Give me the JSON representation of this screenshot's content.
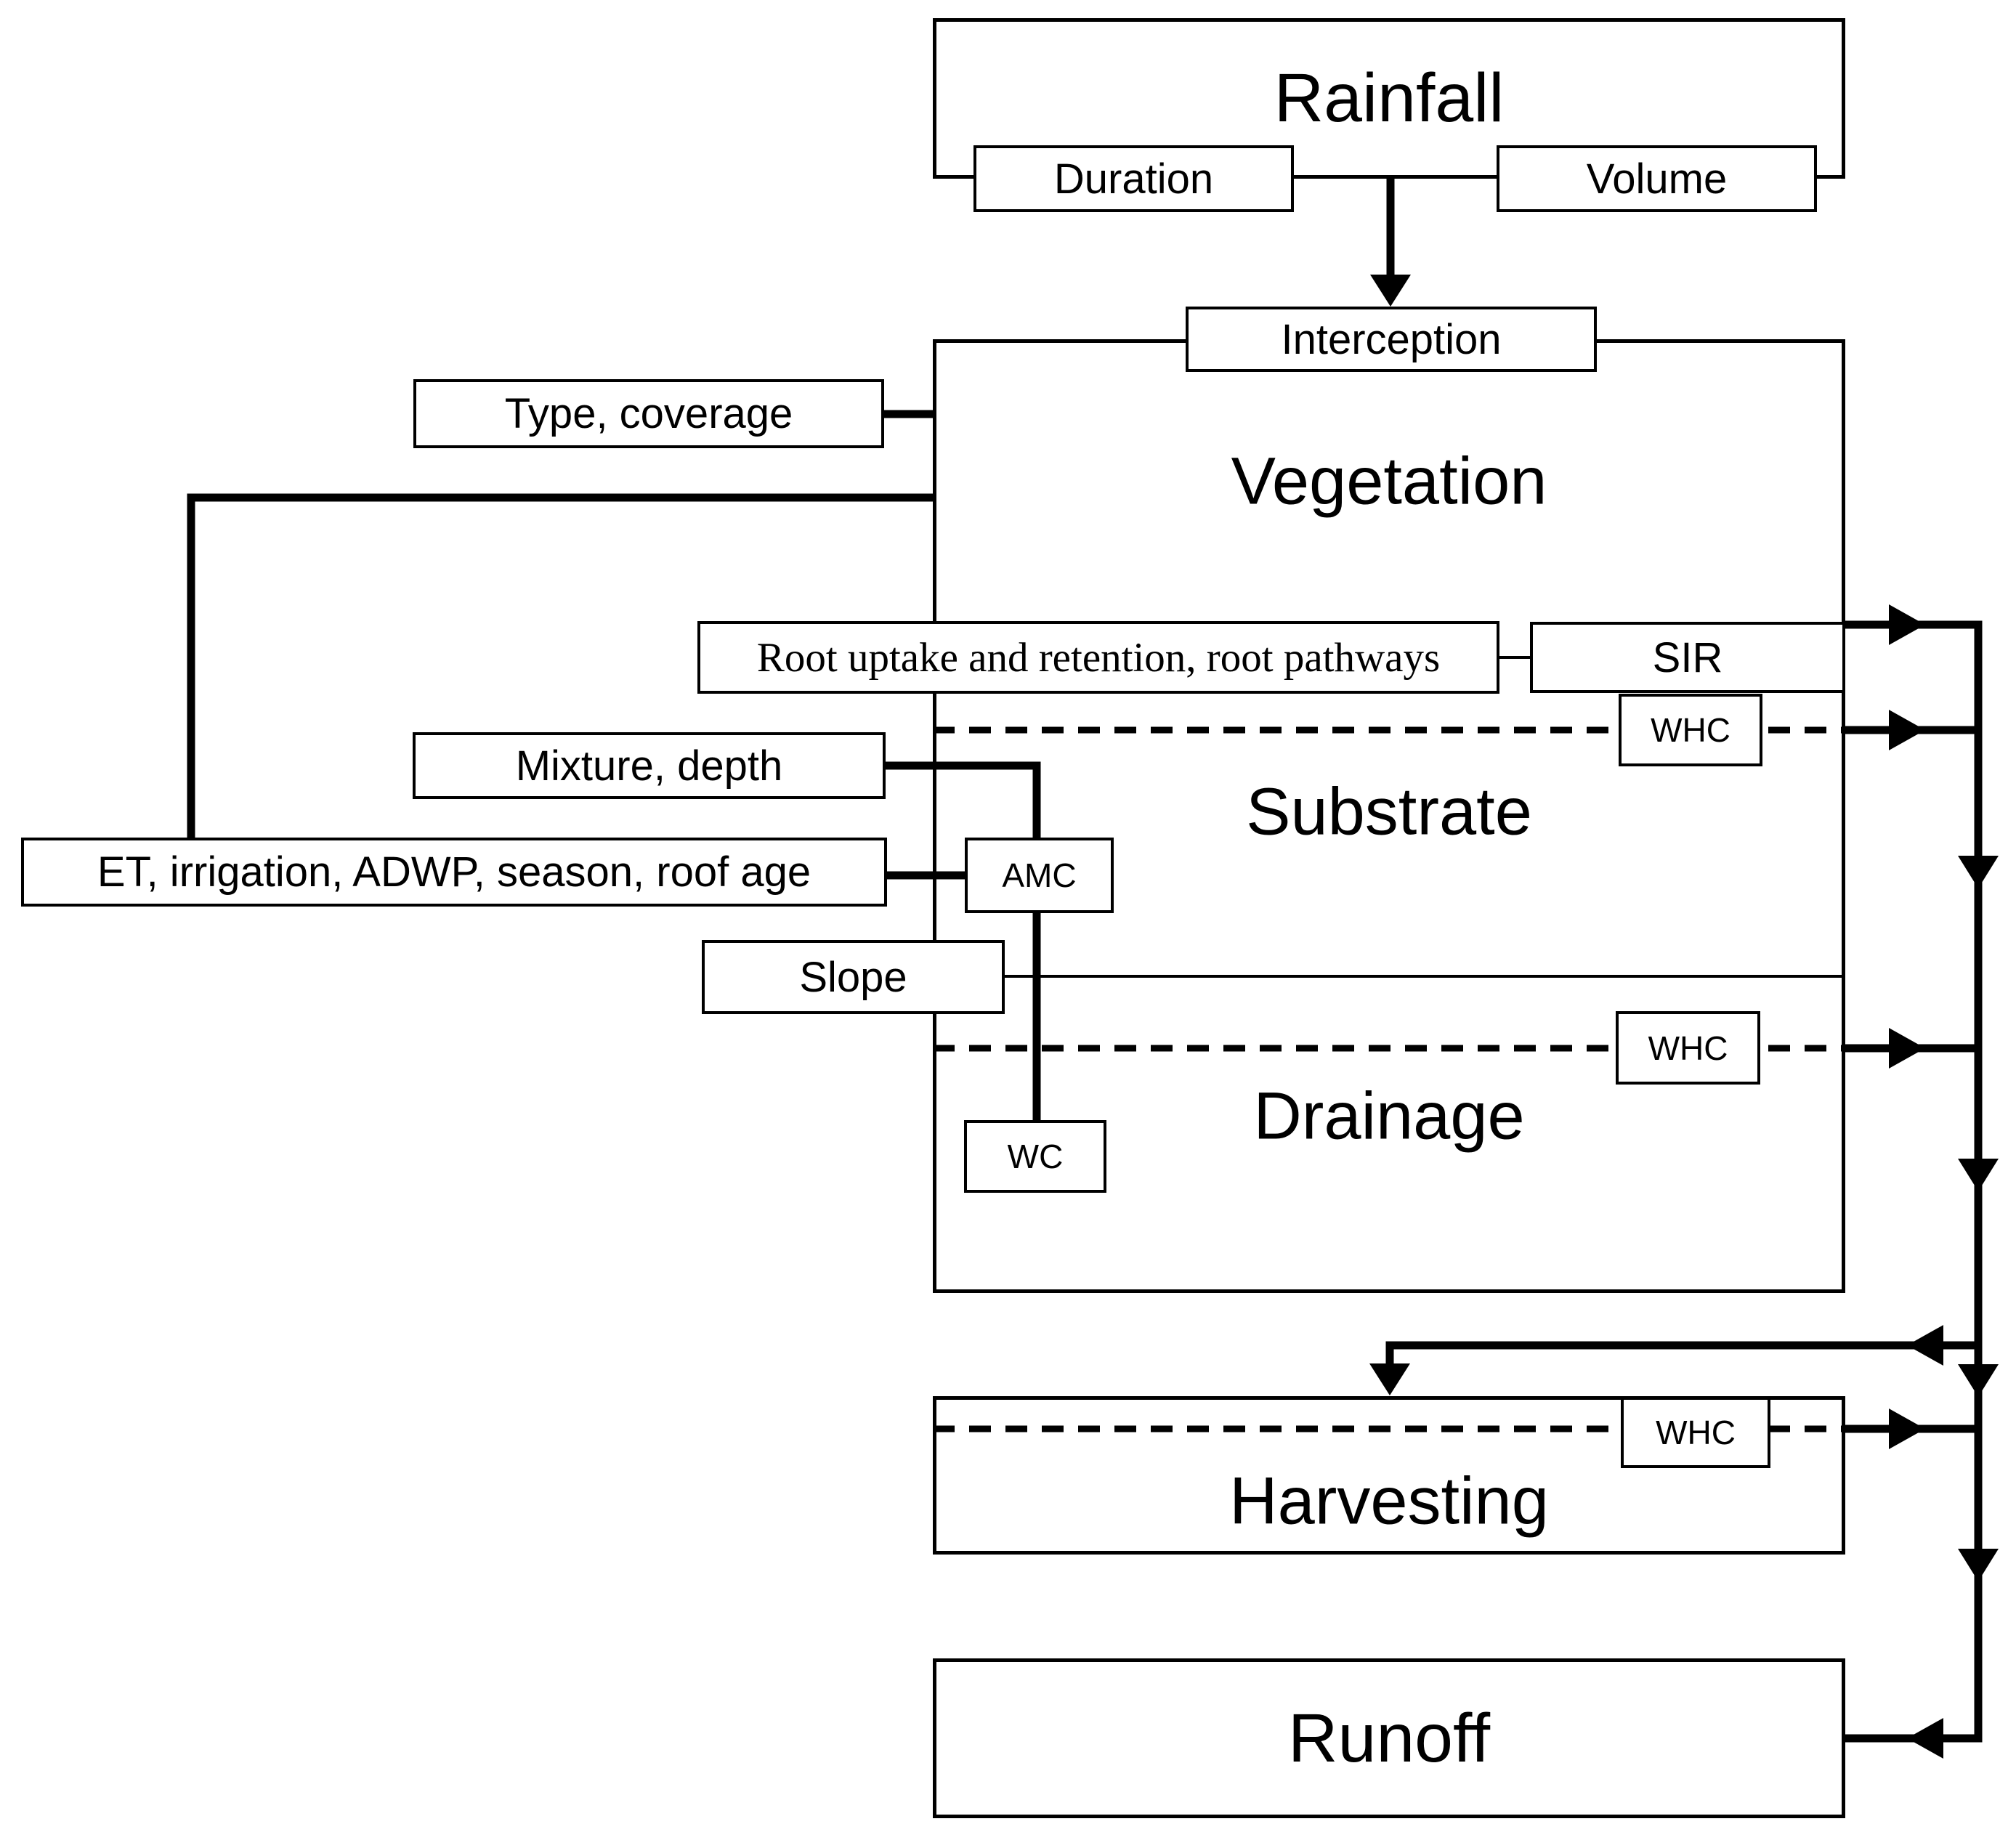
{
  "labels": {
    "rainfall": "Rainfall",
    "duration": "Duration",
    "volume": "Volume",
    "interception": "Interception",
    "vegetation": "Vegetation",
    "substrate": "Substrate",
    "drainage": "Drainage",
    "harvesting": "Harvesting",
    "runoff": "Runoff",
    "type_coverage": "Type, coverage",
    "root_uptake": "Root uptake and retention, root pathways",
    "sir": "SIR",
    "whc_substrate": "WHC",
    "whc_drainage": "WHC",
    "whc_harvesting": "WHC",
    "mixture_depth": "Mixture, depth",
    "et_factors": "ET, irrigation, ADWP, season, roof age",
    "amc": "AMC",
    "slope": "Slope",
    "wc": "WC"
  },
  "colors": {
    "line": "#000000",
    "text": "#000000",
    "box_fill": "#ffffff",
    "background": "#ffffff"
  }
}
